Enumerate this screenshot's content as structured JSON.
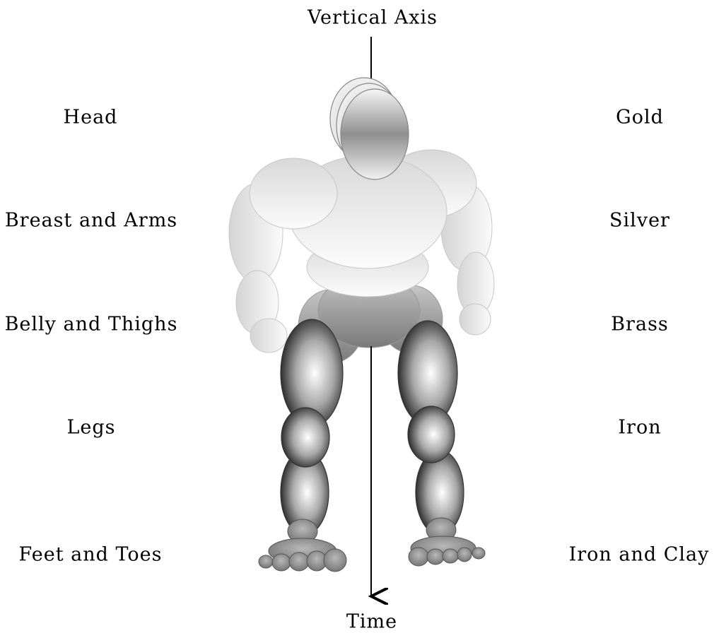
{
  "axis": {
    "top_label": "Vertical Axis",
    "bottom_label": "Time"
  },
  "body_parts": [
    {
      "part": "Head",
      "metal": "Gold"
    },
    {
      "part": "Breast and Arms",
      "metal": "Silver"
    },
    {
      "part": "Belly and Thighs",
      "metal": "Brass"
    },
    {
      "part": "Legs",
      "metal": "Iron"
    },
    {
      "part": "Feet and Toes",
      "metal": "Iron and Clay"
    }
  ]
}
